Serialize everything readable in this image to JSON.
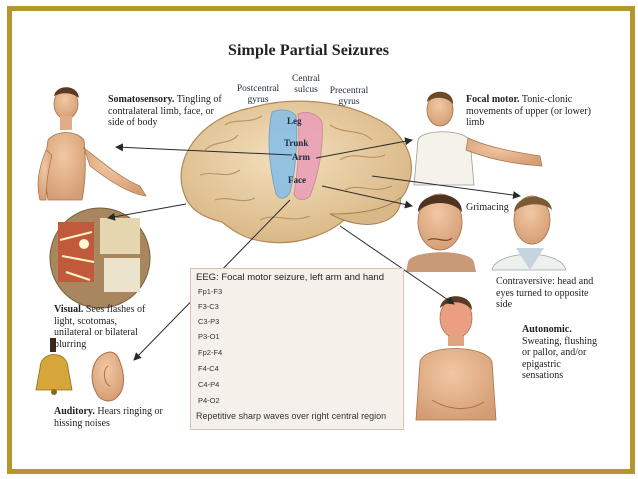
{
  "title": "Simple Partial Seizures",
  "brain_labels": {
    "postcentral": "Postcentral gyrus",
    "central": "Central sulcus",
    "precentral": "Precentral gyrus"
  },
  "regions": [
    "Leg",
    "Trunk",
    "Arm",
    "Face"
  ],
  "captions": {
    "somatosensory": {
      "head": "Somatosensory.",
      "text": "Tingling of contralateral limb, face, or side of body"
    },
    "focal_motor": {
      "head": "Focal motor.",
      "text": "Tonic-clonic movements of upper (or lower) limb"
    },
    "grimacing": "Grimacing",
    "contraversive": "Contraversive: head and eyes turned to opposite side",
    "visual": {
      "head": "Visual.",
      "text": "Sees flashes of light, scotomas, unilateral or bilateral blurring"
    },
    "auditory": {
      "head": "Auditory.",
      "text": "Hears ringing or hissing noises"
    },
    "autonomic": {
      "head": "Autonomic.",
      "text": "Sweating, flushing or pallor, and/or epigastric sensations"
    }
  },
  "eeg": {
    "title": "EEG: Focal motor seizure, left arm and hand",
    "leads": [
      "Fp1-F3",
      "F3-C3",
      "C3-P3",
      "P3-O1",
      "Fp2-F4",
      "F4-C4",
      "C4-P4",
      "P4-O2"
    ],
    "footer": "Repetitive sharp waves over right central region"
  },
  "colors": {
    "frame": "#b8962f",
    "brain": "#e9cfa3",
    "sensory_strip": "#8fc0e3",
    "motor_strip": "#eaa3b7",
    "skin": "#e8b58e",
    "arrow": "#2a2a2a"
  }
}
